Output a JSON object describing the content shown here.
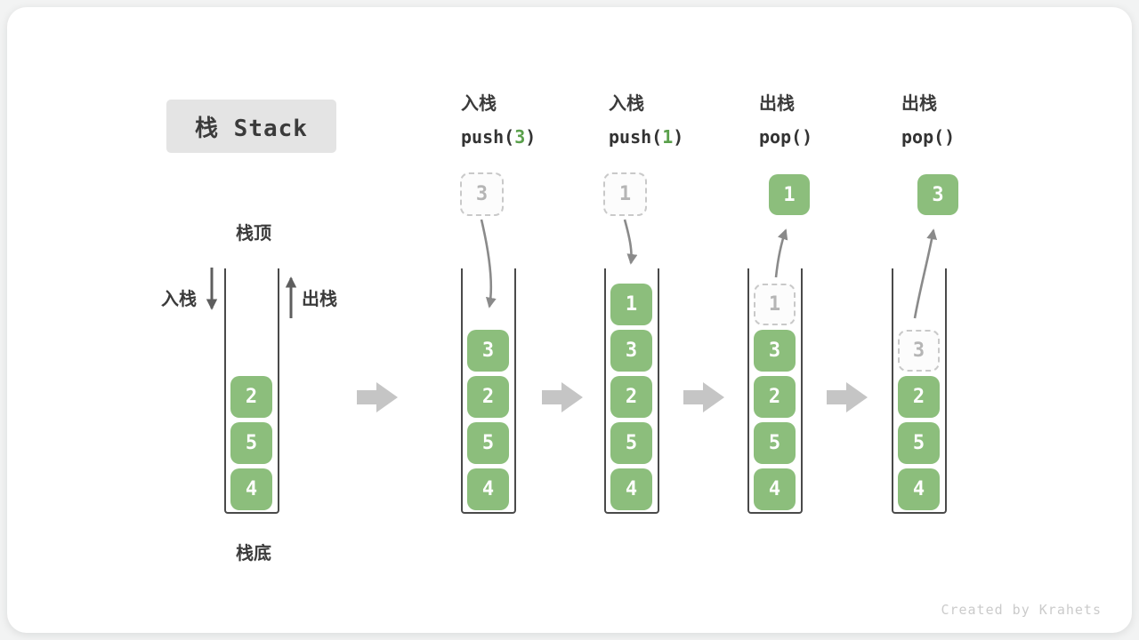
{
  "title": "栈 Stack",
  "watermark": "Created by Krahets",
  "side_labels": {
    "stack_top": "栈顶",
    "stack_bottom": "栈底",
    "push": "入栈",
    "pop": "出栈"
  },
  "colors": {
    "item_green": "#8CBE7C",
    "code_arg_green": "#5AA04B",
    "text_dark": "#3B3B3B",
    "ghost_border": "#C9C9C9",
    "ghost_text": "#B5B5B5",
    "stack_wall": "#4A4A4A",
    "flow_arrow_gray": "#C5C5C5",
    "motion_arrow_gray": "#8A8A8A"
  },
  "columns": [
    {
      "name": "state-initial",
      "header": null,
      "floating": null,
      "items_bottom_to_top": [
        {
          "v": "4"
        },
        {
          "v": "5"
        },
        {
          "v": "2"
        }
      ]
    },
    {
      "name": "state-push-3",
      "header": {
        "op": "入栈",
        "code_pre": "push(",
        "code_arg": "3",
        "code_post": ")"
      },
      "floating": {
        "v": "3",
        "kind": "ghost"
      },
      "items_bottom_to_top": [
        {
          "v": "4"
        },
        {
          "v": "5"
        },
        {
          "v": "2"
        },
        {
          "v": "3"
        }
      ]
    },
    {
      "name": "state-push-1",
      "header": {
        "op": "入栈",
        "code_pre": "push(",
        "code_arg": "1",
        "code_post": ")"
      },
      "floating": {
        "v": "1",
        "kind": "ghost"
      },
      "items_bottom_to_top": [
        {
          "v": "4"
        },
        {
          "v": "5"
        },
        {
          "v": "2"
        },
        {
          "v": "3"
        },
        {
          "v": "1"
        }
      ]
    },
    {
      "name": "state-pop-1",
      "header": {
        "op": "出栈",
        "code_pre": "pop()",
        "code_arg": "",
        "code_post": ""
      },
      "floating": {
        "v": "1",
        "kind": "solid"
      },
      "items_bottom_to_top": [
        {
          "v": "4"
        },
        {
          "v": "5"
        },
        {
          "v": "2"
        },
        {
          "v": "3"
        },
        {
          "v": "1",
          "ghost": true
        }
      ]
    },
    {
      "name": "state-pop-3",
      "header": {
        "op": "出栈",
        "code_pre": "pop()",
        "code_arg": "",
        "code_post": ""
      },
      "floating": {
        "v": "3",
        "kind": "solid"
      },
      "items_bottom_to_top": [
        {
          "v": "4"
        },
        {
          "v": "5"
        },
        {
          "v": "2"
        },
        {
          "v": "3",
          "ghost": true
        }
      ]
    }
  ]
}
